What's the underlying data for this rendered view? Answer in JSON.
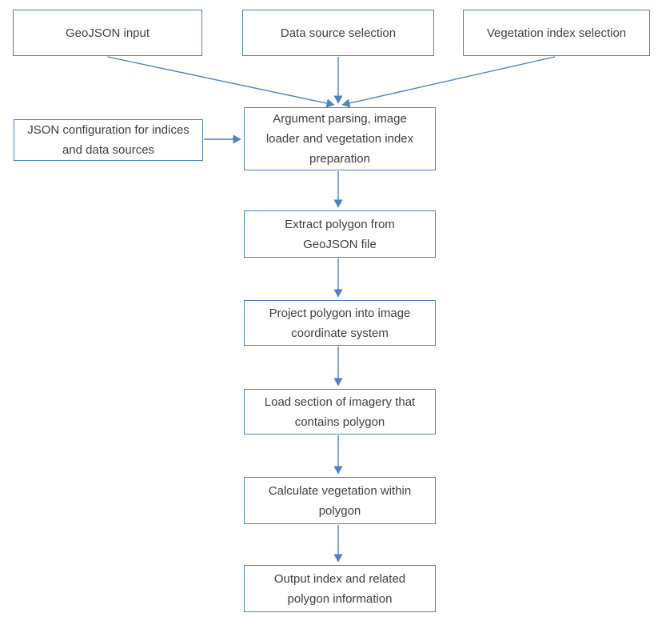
{
  "diagram": {
    "type": "flowchart",
    "colors": {
      "box_border": "#4f81bd",
      "arrow": "#4f81bd",
      "text": "#3f3f3f",
      "background": "#ffffff"
    },
    "nodes": [
      {
        "id": "geojson-input",
        "label": "GeoJSON input"
      },
      {
        "id": "data-source-selection",
        "label": "Data source selection"
      },
      {
        "id": "vegetation-index-selection",
        "label": "Vegetation index selection"
      },
      {
        "id": "json-configuration",
        "label": [
          "JSON configuration for indices",
          "and data sources"
        ]
      },
      {
        "id": "argument-parsing",
        "label": [
          "Argument parsing, image",
          "loader and vegetation index",
          "preparation"
        ]
      },
      {
        "id": "extract-polygon",
        "label": [
          "Extract polygon from",
          "GeoJSON file"
        ]
      },
      {
        "id": "project-polygon",
        "label": [
          "Project polygon into image",
          "coordinate system"
        ]
      },
      {
        "id": "load-section",
        "label": [
          "Load section of imagery that",
          "contains polygon"
        ]
      },
      {
        "id": "calculate-vegetation",
        "label": [
          "Calculate vegetation within",
          "polygon"
        ]
      },
      {
        "id": "output-index",
        "label": [
          "Output index and related",
          "polygon information"
        ]
      }
    ],
    "edges": [
      {
        "from": "geojson-input",
        "to": "argument-parsing"
      },
      {
        "from": "data-source-selection",
        "to": "argument-parsing"
      },
      {
        "from": "vegetation-index-selection",
        "to": "argument-parsing"
      },
      {
        "from": "json-configuration",
        "to": "argument-parsing"
      },
      {
        "from": "argument-parsing",
        "to": "extract-polygon"
      },
      {
        "from": "extract-polygon",
        "to": "project-polygon"
      },
      {
        "from": "project-polygon",
        "to": "load-section"
      },
      {
        "from": "load-section",
        "to": "calculate-vegetation"
      },
      {
        "from": "calculate-vegetation",
        "to": "output-index"
      }
    ]
  }
}
